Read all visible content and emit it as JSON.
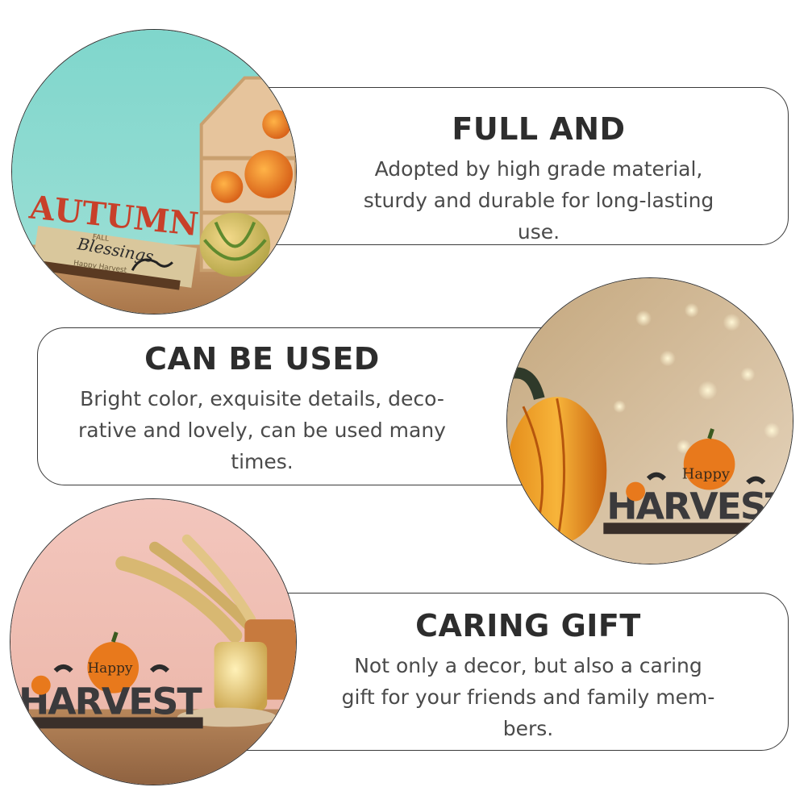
{
  "features": [
    {
      "title": "FULL AND",
      "lines": [
        "Adopted by high grade material,",
        "sturdy and durable for long-lasting",
        "use."
      ],
      "image": {
        "icon": "autumn-blessing-sign-photo",
        "sign_word": "AUTUMN",
        "script_word": "Blessings",
        "small_text": "FALL",
        "small_text_2": "Happy Harvest"
      }
    },
    {
      "title": "CAN BE USED",
      "lines": [
        "Bright color, exquisite details, deco-",
        "rative and lovely, can be used many",
        "times."
      ],
      "image": {
        "icon": "happy-harvest-sign-bokeh-photo",
        "top_word": "Happy",
        "big_word": "HARVEST"
      }
    },
    {
      "title": "CARING GIFT",
      "lines": [
        "Not only a decor, but also a caring",
        "gift for your friends and family mem-",
        "bers."
      ],
      "image": {
        "icon": "happy-harvest-sign-wheat-photo",
        "top_word": "Happy",
        "big_word": "HARVEST"
      }
    }
  ]
}
